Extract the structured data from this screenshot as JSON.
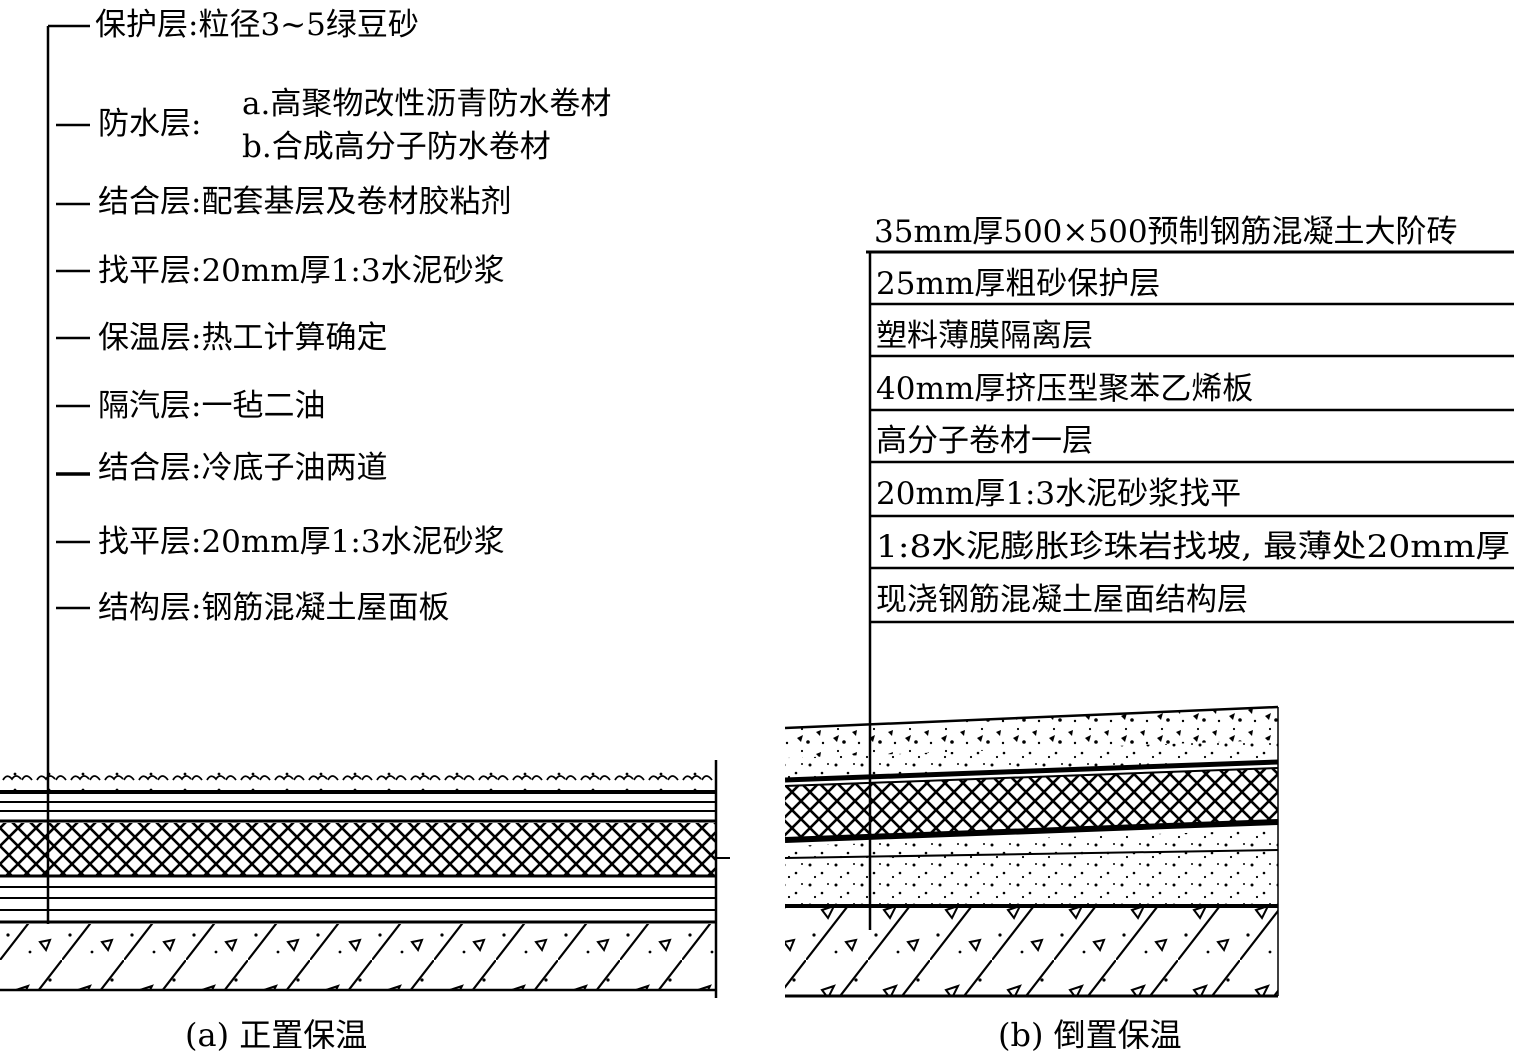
{
  "diagram_a": {
    "caption": "(a) 正置保温",
    "layers": [
      {
        "text": "保护层:粒径3~5绿豆砂"
      },
      {
        "text": "防水层:",
        "sub": [
          "a.高聚物改性沥青防水卷材",
          "b.合成高分子防水卷材"
        ]
      },
      {
        "text": "结合层:配套基层及卷材胶粘剂"
      },
      {
        "text": "找平层:20mm厚1:3水泥砂浆"
      },
      {
        "text": "保温层:热工计算确定"
      },
      {
        "text": "隔汽层:一毡二油"
      },
      {
        "text": "结合层:冷底子油两道"
      },
      {
        "text": "找平层:20mm厚1:3水泥砂浆"
      },
      {
        "text": "结构层:钢筋混凝土屋面板"
      }
    ]
  },
  "diagram_b": {
    "caption": "(b) 倒置保温",
    "layers": [
      "35mm厚500×500预制钢筋混凝土大阶砖",
      "25mm厚粗砂保护层",
      "塑料薄膜隔离层",
      "40mm厚挤压型聚苯乙烯板",
      "高分子卷材一层",
      "20mm厚1:3水泥砂浆找平",
      "1:8水泥膨胀珍珠岩找坡, 最薄处20mm厚",
      "现浇钢筋混凝土屋面结构层"
    ]
  }
}
